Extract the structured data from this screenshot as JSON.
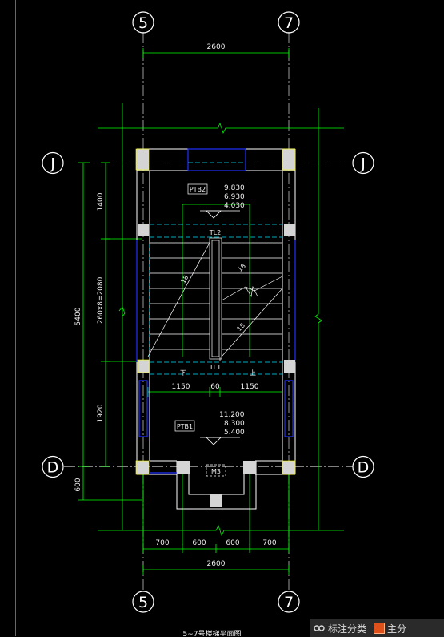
{
  "axes": {
    "top_left": "5",
    "top_right": "7",
    "bottom_left": "5",
    "bottom_right": "7",
    "row_top_left": "J",
    "row_top_right": "J",
    "row_bottom_left": "D",
    "row_bottom_right": "D"
  },
  "dimensions": {
    "top_overall": "2600",
    "bottom_overall": "2600",
    "bottom_segments": [
      "700",
      "600",
      "600",
      "700"
    ],
    "left_overall": "5400",
    "left_segments": [
      "1400",
      "260x8=2080",
      "1920"
    ],
    "left_bottom_extra": "600",
    "stair_widths": [
      "1150",
      "60",
      "1150"
    ]
  },
  "labels": {
    "ptb2_tag": "PTB2",
    "ptb1_tag": "PTB1",
    "upper_levels": [
      "9.830",
      "6.930",
      "4.030"
    ],
    "lower_levels": [
      "11.200",
      "8.300",
      "5.400"
    ],
    "tl2": "TL2",
    "tl1": "TL1",
    "down": "下",
    "up": "上",
    "flight_left_tag": "18",
    "flight_right_tag_1": "18",
    "flight_right_tag_2": "18",
    "entry_tag": "M3",
    "caption": "5~7号楼梯平面图"
  },
  "statusbar": {
    "label1": "标注分类",
    "label2": "主分"
  },
  "colors": {
    "axis_line": "#ffffff",
    "dim_line": "#00ff00",
    "wall": "#ffffff",
    "column": "#d0d0d0",
    "window": "#2030ff",
    "dashed": "#00ffff",
    "stair": "#ffffff",
    "level_line": "#ffff00",
    "left_edge": "#9b30ff"
  }
}
